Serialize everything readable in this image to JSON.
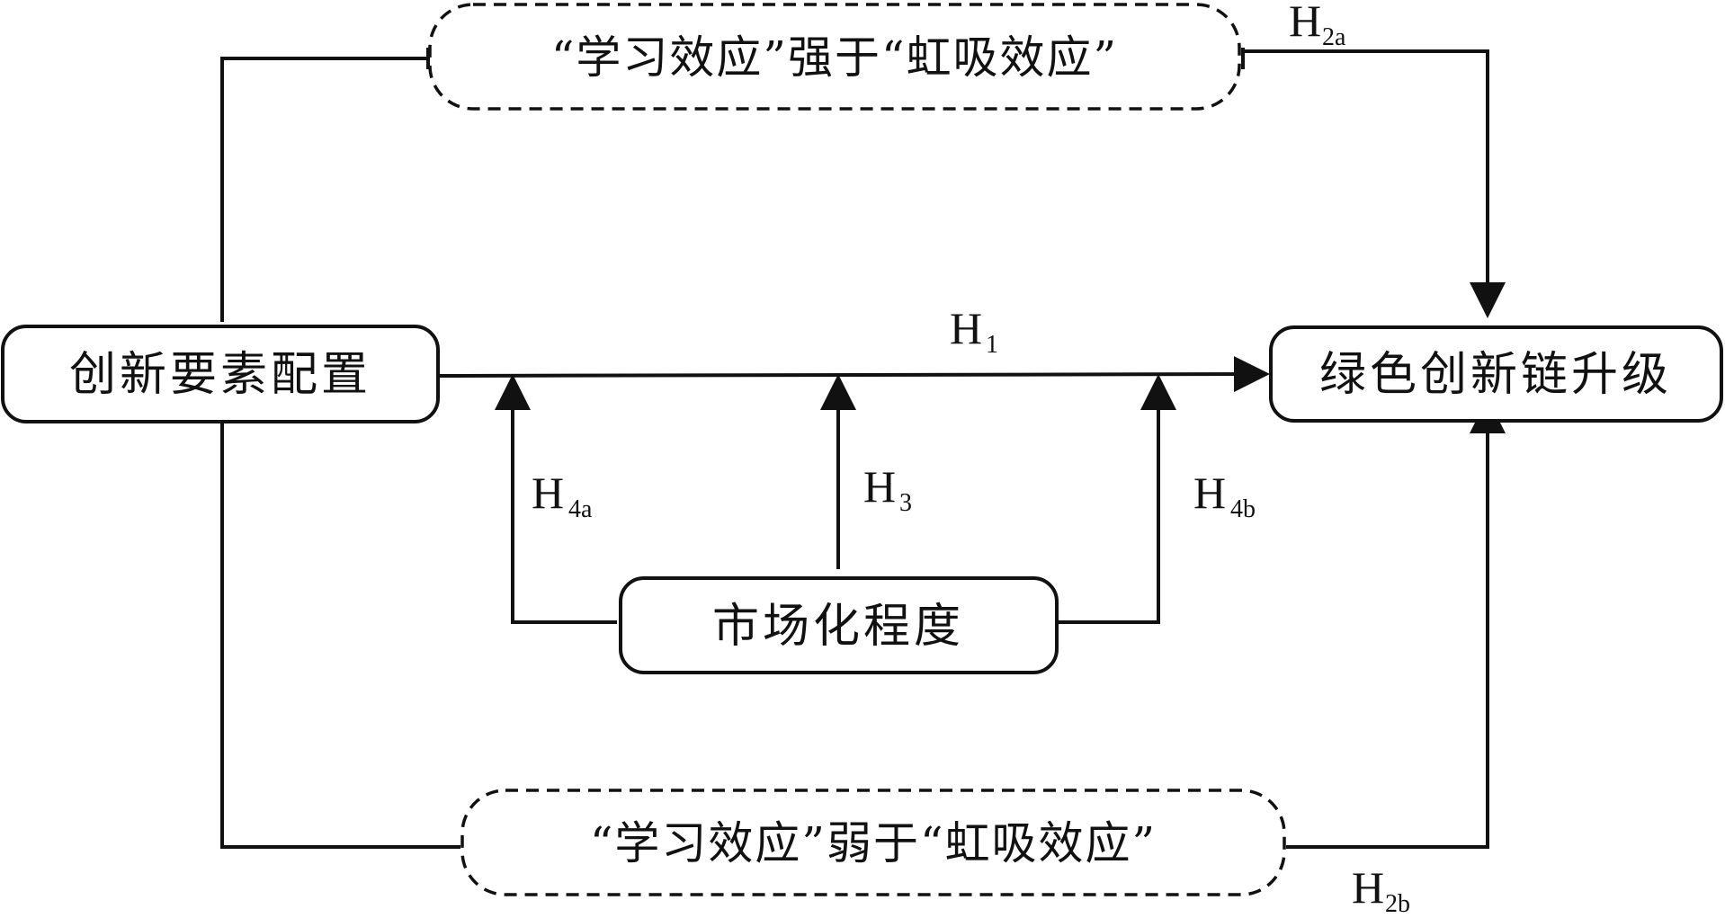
{
  "nodes": {
    "source": "创新要素配置",
    "target": "绿色创新链升级",
    "moderator": "市场化程度",
    "upper_path": "“学习效应”强于“虹吸效应”",
    "lower_path": "“学习效应”弱于“虹吸效应”"
  },
  "hypotheses": {
    "h1": {
      "main": "H",
      "sub": "1"
    },
    "h2a": {
      "main": "H",
      "sub": "2a"
    },
    "h2b": {
      "main": "H",
      "sub": "2b"
    },
    "h3": {
      "main": "H",
      "sub": "3"
    },
    "h4a": {
      "main": "H",
      "sub": "4a"
    },
    "h4b": {
      "main": "H",
      "sub": "4b"
    }
  },
  "colors": {
    "line": "#111111",
    "background": "#ffffff"
  }
}
